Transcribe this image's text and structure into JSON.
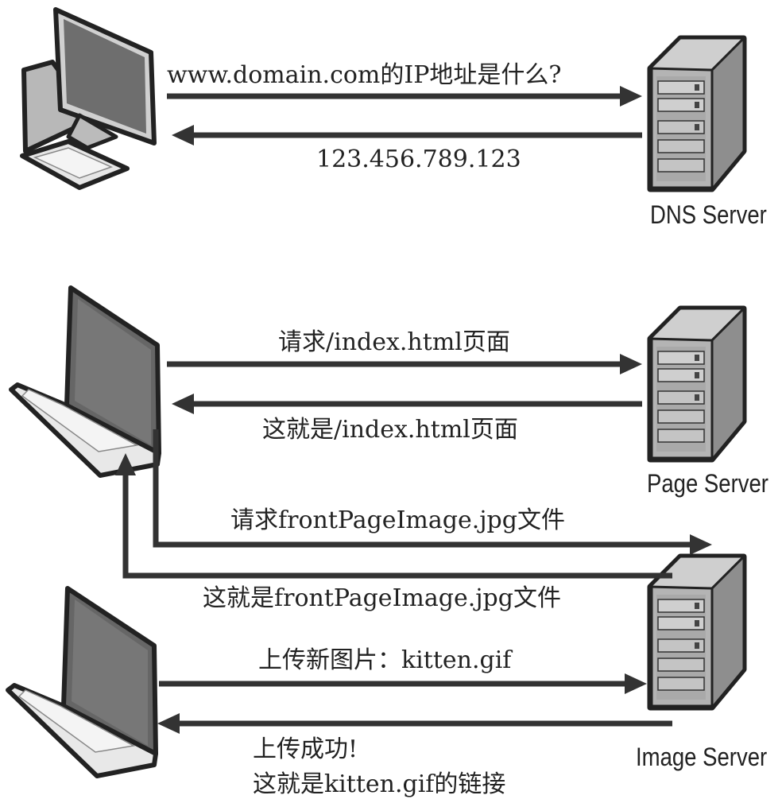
{
  "diagram": {
    "colors": {
      "stroke": "#222222",
      "arrow": "#333333",
      "screen": "#6e6e6e",
      "panel": "#bdbdbd",
      "case": "#a9a9a9"
    },
    "servers": {
      "dns": {
        "label": "DNS Server",
        "icon": "server-tower-icon"
      },
      "page": {
        "label": "Page Server",
        "icon": "server-tower-icon"
      },
      "image": {
        "label": "Image Server",
        "icon": "server-tower-icon"
      }
    },
    "clients": {
      "desktop": {
        "icon": "desktop-computer-icon"
      },
      "laptop_top": {
        "icon": "laptop-icon"
      },
      "laptop_bottom": {
        "icon": "laptop-icon"
      }
    },
    "messages": {
      "dns_query": "www.domain.com的IP地址是什么?",
      "dns_reply": "123.456.789.123",
      "page_request": "请求/index.html页面",
      "page_reply": "这就是/index.html页面",
      "image_request": "请求frontPageImage.jpg文件",
      "image_reply": "这就是frontPageImage.jpg文件",
      "upload_request": "上传新图片：kitten.gif",
      "upload_reply_line1": "上传成功!",
      "upload_reply_line2": "这就是kitten.gif的链接"
    }
  }
}
